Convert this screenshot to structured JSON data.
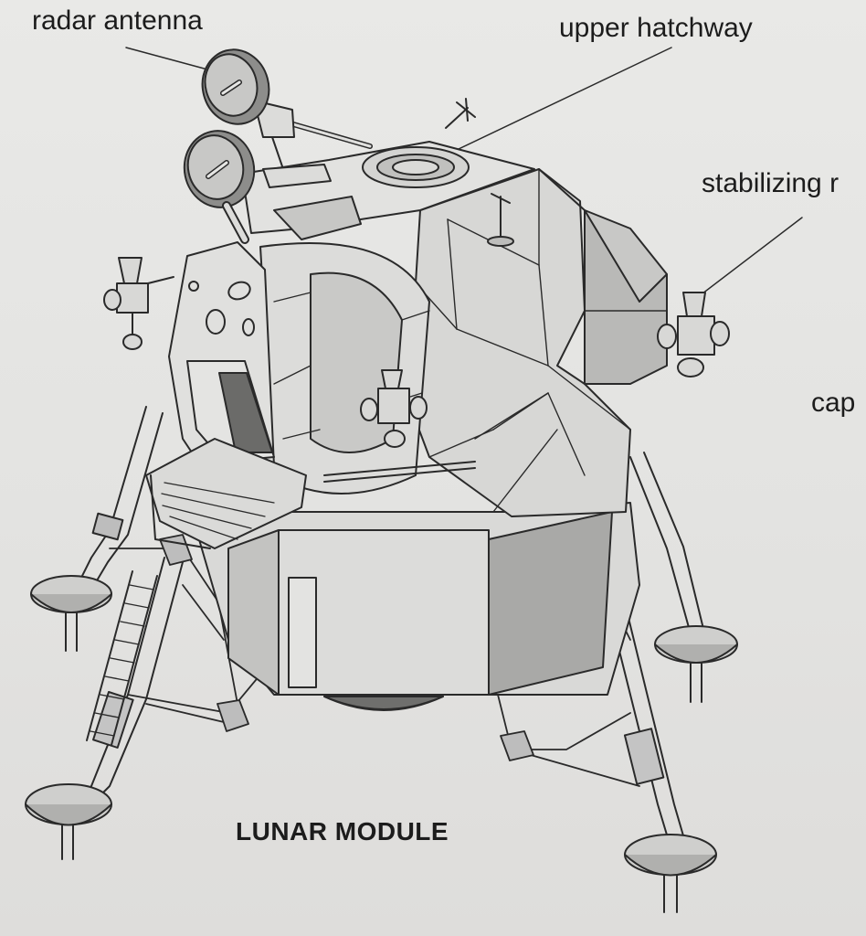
{
  "diagram": {
    "caption": "LUNAR MODULE",
    "labels": {
      "radar_antenna": "radar antenna",
      "upper_hatchway": "upper hatchway",
      "stabilizing": "stabilizing r",
      "cap": "cap"
    },
    "colors": {
      "paper": "#e4e4e2",
      "ink": "#2a2a2a",
      "shade": "#9a9a9a",
      "dark": "#5a5a5a"
    }
  }
}
